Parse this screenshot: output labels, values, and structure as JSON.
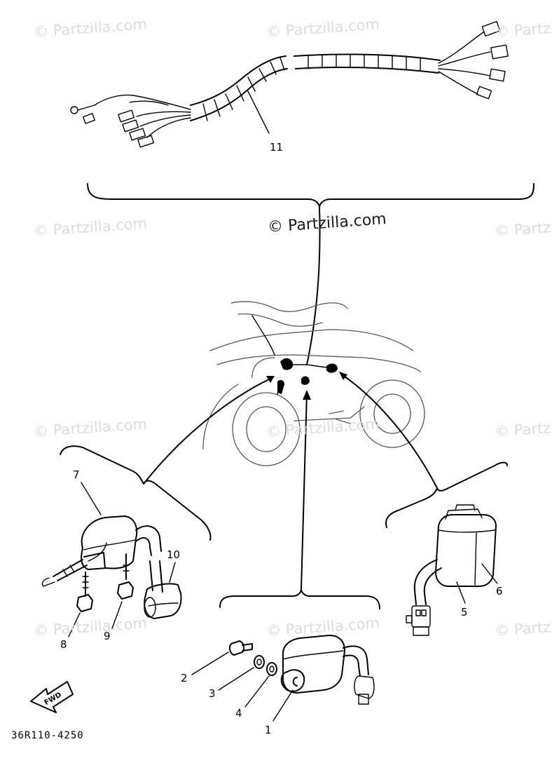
{
  "watermark": "© Partzilla.com",
  "diagram_code": "36R110-4250",
  "fwd_label": "FWD",
  "callouts": {
    "c1": "1",
    "c2": "2",
    "c3": "3",
    "c4": "4",
    "c5": "5",
    "c6": "6",
    "c7": "7",
    "c8": "8",
    "c9": "9",
    "c10": "10",
    "c11": "11"
  }
}
